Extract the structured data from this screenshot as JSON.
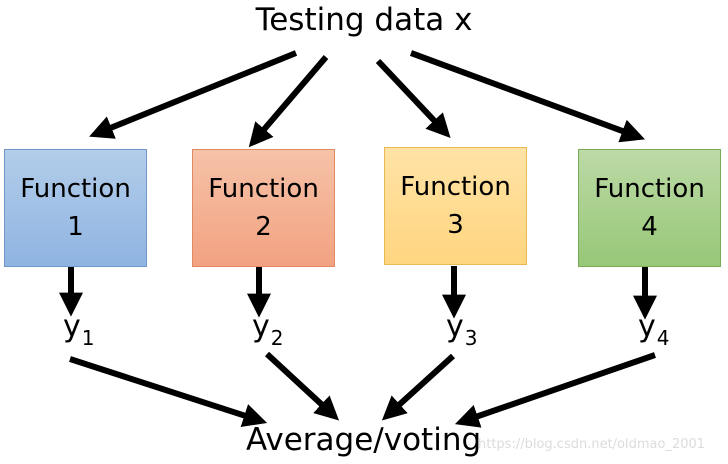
{
  "title": "Testing data x",
  "functions": [
    {
      "line1": "Function",
      "line2": "1"
    },
    {
      "line1": "Function",
      "line2": "2"
    },
    {
      "line1": "Function",
      "line2": "3"
    },
    {
      "line1": "Function",
      "line2": "4"
    }
  ],
  "outputs": [
    {
      "symbol": "y",
      "sub": "1"
    },
    {
      "symbol": "y",
      "sub": "2"
    },
    {
      "symbol": "y",
      "sub": "3"
    },
    {
      "symbol": "y",
      "sub": "4"
    }
  ],
  "aggregation": "Average/voting",
  "watermark": "https://blog.csdn.net/oldmao_2001",
  "colors": {
    "function_1": "#9dbfe6",
    "function_2": "#f4ab8b",
    "function_3": "#ffda8d",
    "function_4": "#a6cf88",
    "arrow": "#000000"
  }
}
